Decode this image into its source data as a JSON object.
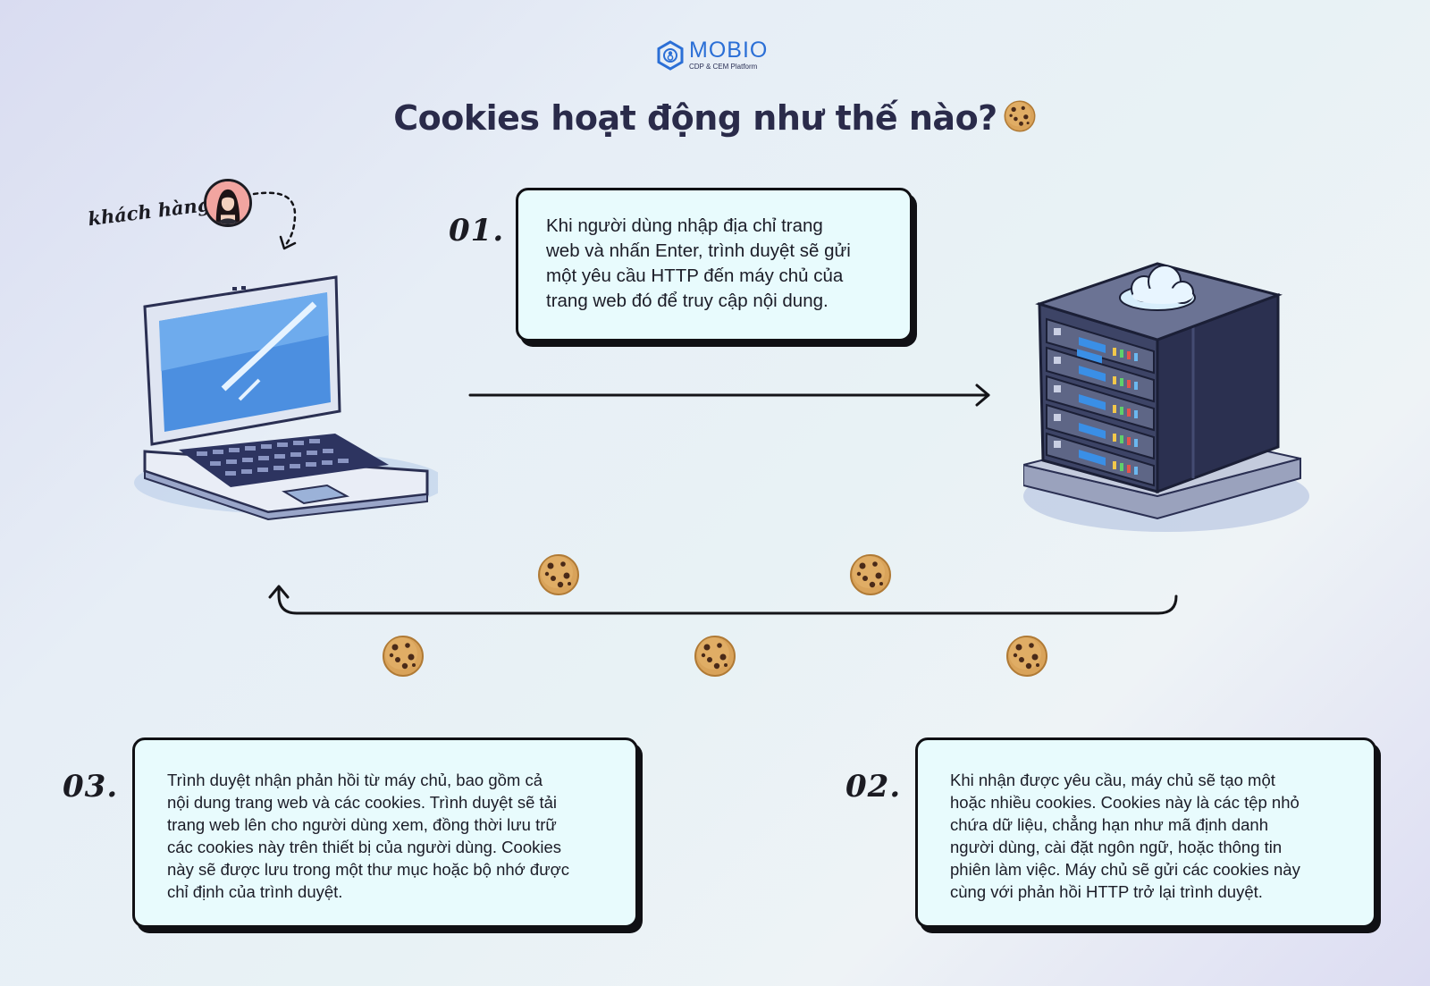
{
  "brand": {
    "name": "MOBIO",
    "tagline": "CDP & CEM Platform"
  },
  "title": "Cookies hoạt động như thế nào?",
  "customer_label": "khách hàng",
  "steps": [
    {
      "number": "01.",
      "text": "Khi người dùng nhập địa chỉ trang\nweb và nhấn Enter, trình duyệt sẽ gửi\nmột yêu cầu HTTP đến máy chủ của\ntrang web đó để truy cập nội dung."
    },
    {
      "number": "02.",
      "text": "Khi nhận được yêu cầu, máy chủ sẽ tạo một\nhoặc nhiều cookies. Cookies này là các tệp nhỏ\nchứa dữ liệu, chẳng hạn như mã định danh\nngười dùng, cài đặt ngôn ngữ, hoặc thông tin\nphiên làm việc. Máy chủ sẽ gửi các cookies này\ncùng với phản hồi HTTP trở lại trình duyệt."
    },
    {
      "number": "03.",
      "text": "Trình duyệt nhận phản hồi từ máy chủ, bao gồm cả\nnội dung trang web và các cookies. Trình duyệt sẽ tải\ntrang web lên cho người dùng xem, đồng thời lưu trữ\ncác cookies này trên thiết bị của người dùng. Cookies\nnày sẽ được lưu trong một thư mục hoặc bộ nhớ được\nchỉ định của trình duyệt."
    }
  ],
  "icons": {
    "logo": "mobio-logo-icon",
    "laptop": "laptop-icon",
    "server": "server-icon",
    "cookie": "cookie-icon",
    "avatar": "customer-avatar-icon"
  },
  "colors": {
    "accent": "#2b6fd6",
    "box_fill": "#e8fbfd",
    "title": "#2a2b4a"
  }
}
